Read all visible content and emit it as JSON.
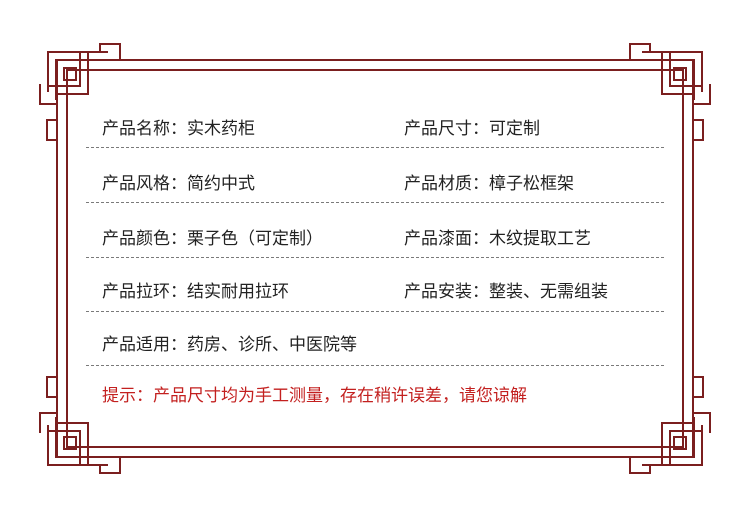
{
  "specs": [
    {
      "left": "产品名称：实木药柜",
      "right": "产品尺寸：可定制"
    },
    {
      "left": "产品风格：简约中式",
      "right": "产品材质：樟子松框架"
    },
    {
      "left": "产品颜色：栗子色（可定制）",
      "right": "产品漆面：木纹提取工艺"
    },
    {
      "left": "产品拉环：结实耐用拉环",
      "right": "产品安装：整装、无需组装"
    },
    {
      "left": "产品适用：药房、诊所、中医院等",
      "right": ""
    }
  ],
  "tip": "提示：产品尺寸均为手工测量，存在稍许误差，请您谅解",
  "colors": {
    "frame": "#7b1f1f",
    "tip": "#c3201f",
    "text": "#222222"
  }
}
